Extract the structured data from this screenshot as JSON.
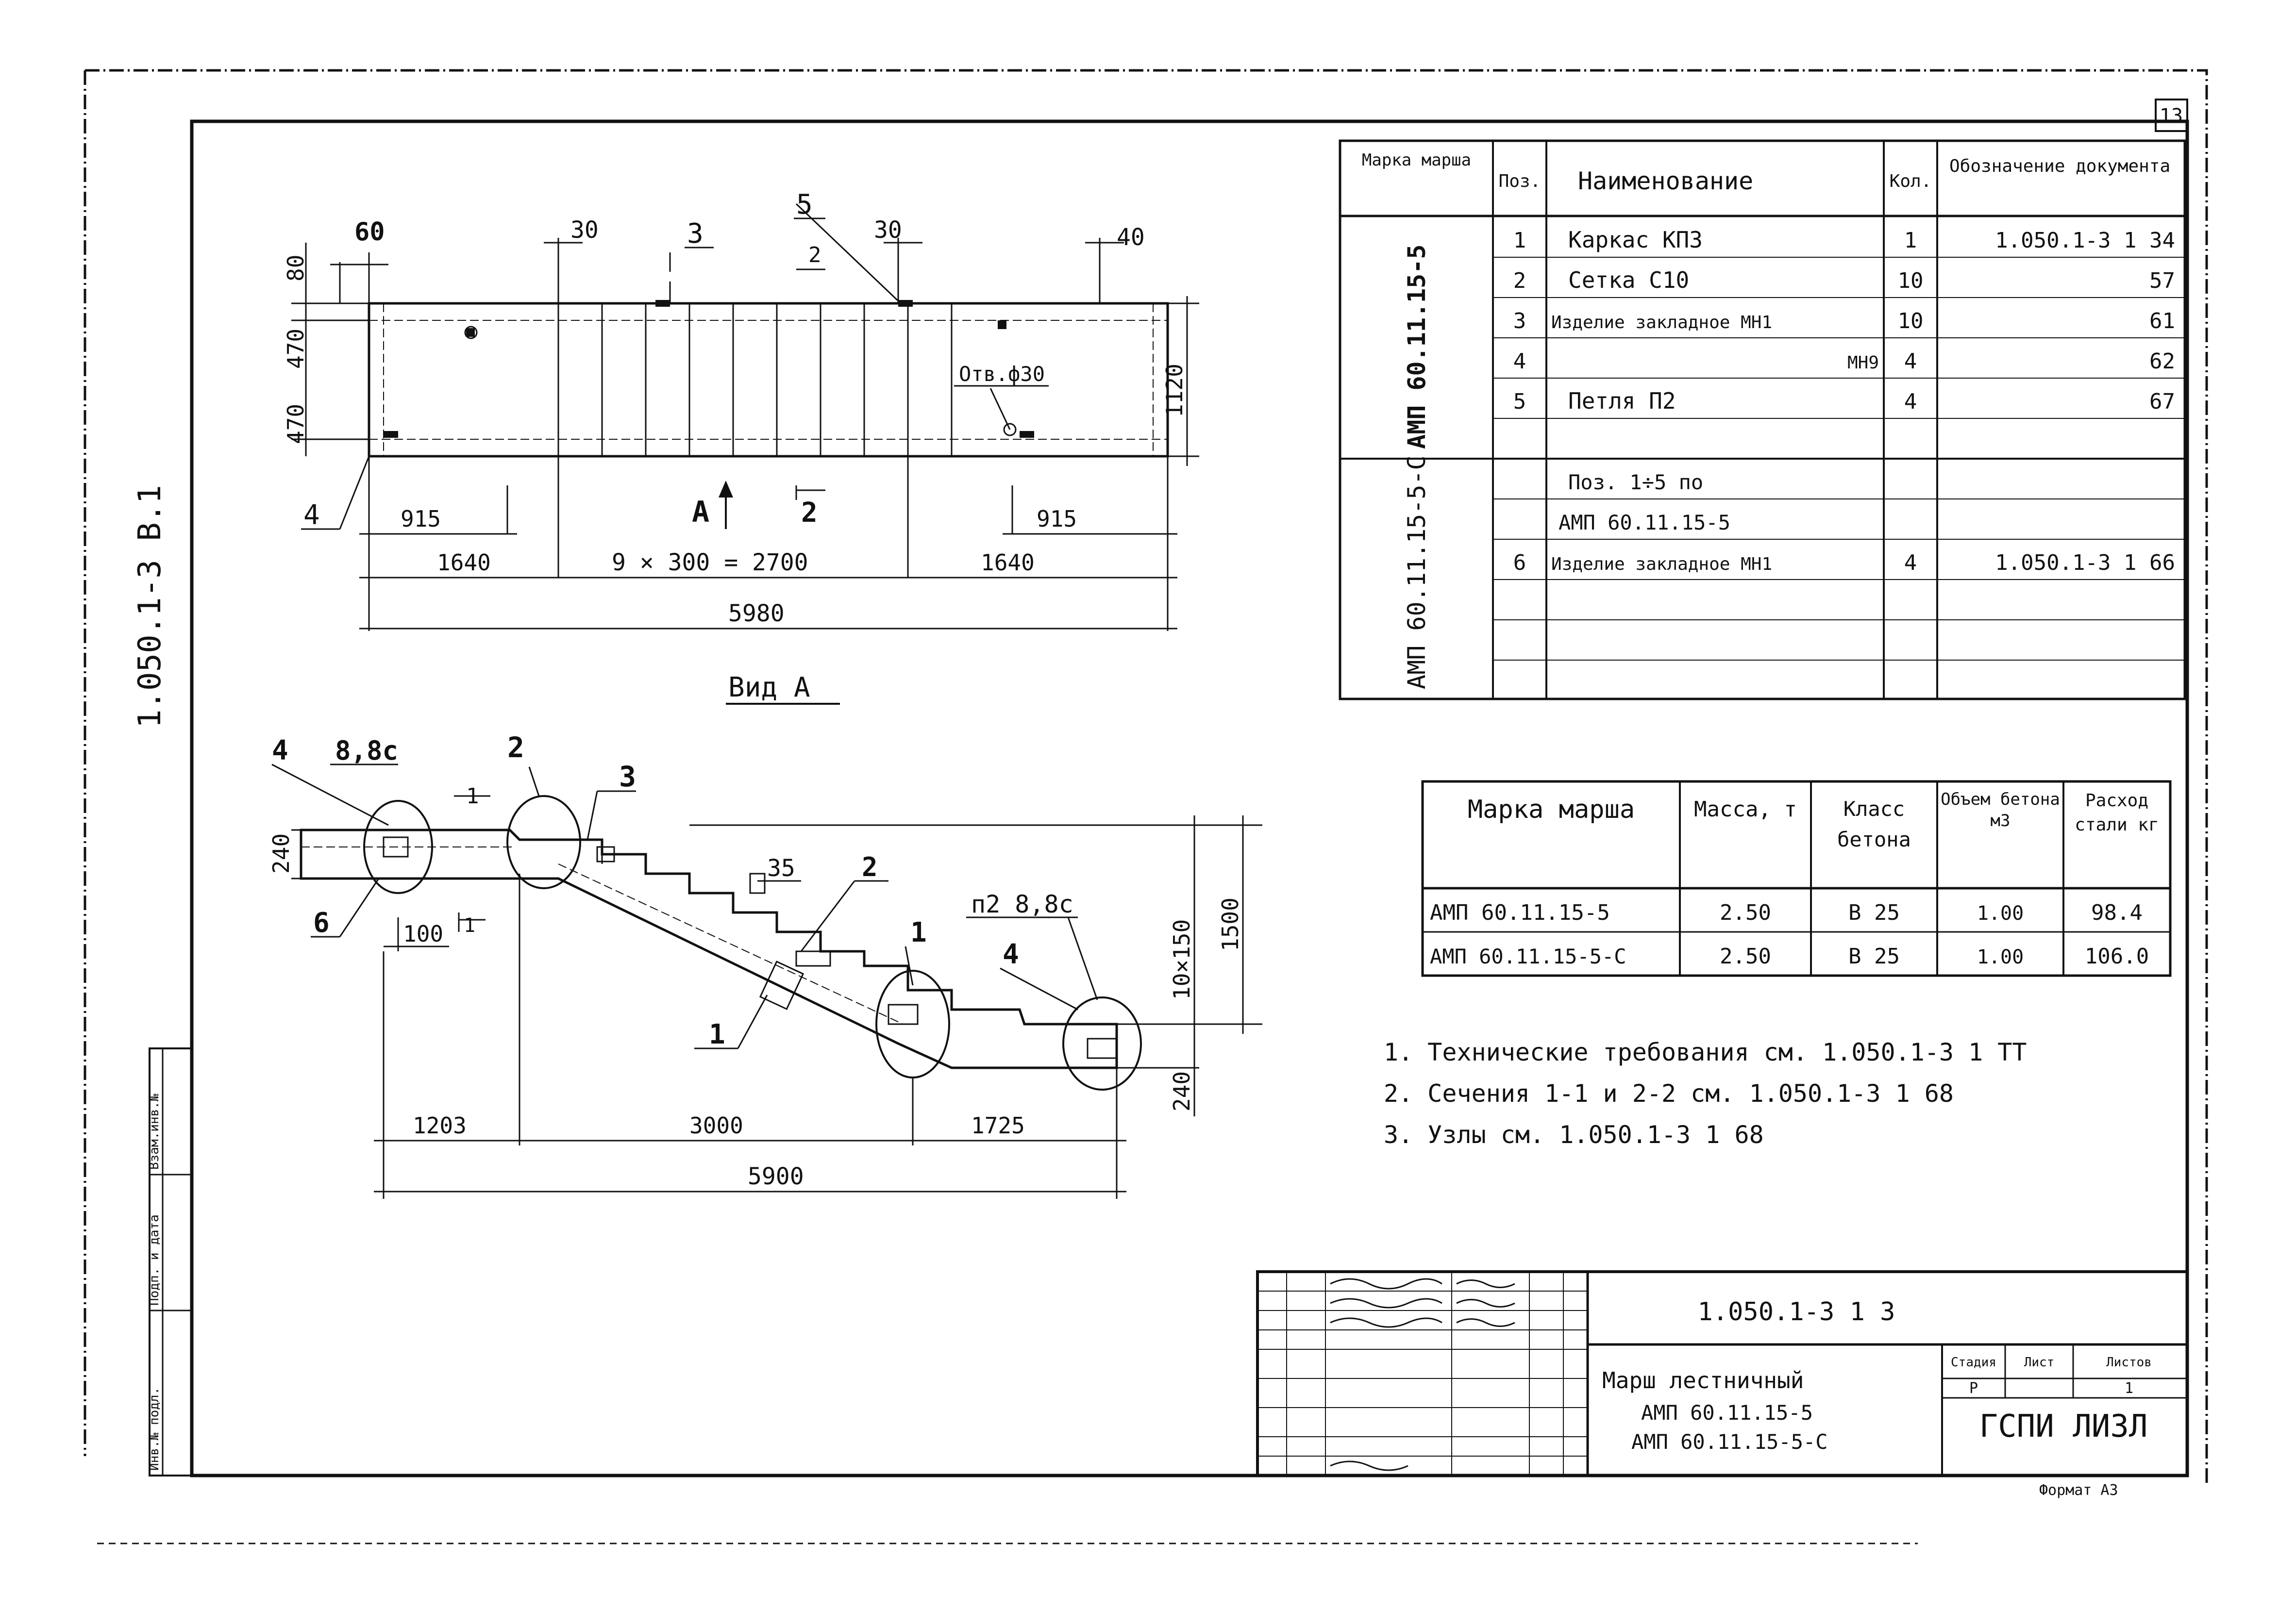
{
  "sheet": {
    "number": "13",
    "side_code": "1.050.1-3  В.1"
  },
  "views": {
    "plan": {
      "dims_top": [
        "60",
        "30",
        "30",
        "40"
      ],
      "leaders": [
        "3",
        "5",
        "4"
      ],
      "dims_left": [
        "80",
        "470",
        "470"
      ],
      "dim_right": "1120",
      "hole_note": "Отв.ф30",
      "section_marks": [
        "2",
        "2"
      ],
      "dims_bottom": [
        "915",
        "915",
        "1640",
        "9 × 300 = 2700",
        "1640",
        "5980"
      ],
      "arrow_label": "А"
    },
    "view_a": {
      "title": "Вид А",
      "labels": [
        "4",
        "8,8с",
        "2",
        "3",
        "6",
        "1",
        "2",
        "35",
        "1",
        "1",
        "п2 8,8с",
        "4"
      ],
      "dims_left": [
        "240",
        "100"
      ],
      "dims_right": [
        "10×150",
        "1500",
        "240"
      ],
      "dims_bottom": [
        "1203",
        "3000",
        "1725",
        "5900"
      ],
      "section_marks": [
        "1",
        "1"
      ]
    }
  },
  "spec_table": {
    "headers": [
      "Марка марша",
      "Поз.",
      "Наименование",
      "Кол.",
      "Обозначение документа"
    ],
    "group1_mark": "АМП 60.11.15-5",
    "group2_mark": "АМП 60.11.15-5-С",
    "rows": [
      {
        "pos": "1",
        "name": "Каркас  КП3",
        "qty": "1",
        "doc": "1.050.1-3 1  34"
      },
      {
        "pos": "2",
        "name": "Сетка   С10",
        "qty": "10",
        "doc": "57"
      },
      {
        "pos": "3",
        "name": "Изделие закладное МН1",
        "qty": "10",
        "doc": "61"
      },
      {
        "pos": "4",
        "name": "МН9",
        "qty": "4",
        "doc": "62"
      },
      {
        "pos": "5",
        "name": "Петля  П2",
        "qty": "4",
        "doc": "67"
      },
      {
        "pos": "",
        "name": "",
        "qty": "",
        "doc": ""
      },
      {
        "pos": "",
        "name": "Поз. 1÷5 по",
        "qty": "",
        "doc": ""
      },
      {
        "pos": "",
        "name": "АМП 60.11.15-5",
        "qty": "",
        "doc": ""
      },
      {
        "pos": "6",
        "name": "Изделие закладное МН1",
        "qty": "4",
        "doc": "1.050.1-3 1  66"
      },
      {
        "pos": "",
        "name": "",
        "qty": "",
        "doc": ""
      },
      {
        "pos": "",
        "name": "",
        "qty": "",
        "doc": ""
      }
    ]
  },
  "mass_table": {
    "headers": [
      "Марка марша",
      "Масса, т",
      "Класс бетона",
      "Объем бетона м3",
      "Расход стали кг"
    ],
    "rows": [
      [
        "АМП 60.11.15-5",
        "2.50",
        "В 25",
        "1.00",
        "98.4"
      ],
      [
        "АМП 60.11.15-5-С",
        "2.50",
        "В 25",
        "1.00",
        "106.0"
      ]
    ]
  },
  "notes": [
    "1. Технические требования см. 1.050.1-3 1 ТТ",
    "2. Сечения 1-1 и 2-2 см. 1.050.1-3 1 68",
    "3. Узлы см. 1.050.1-3 1 68"
  ],
  "title_block": {
    "code": "1.050.1-3 1  3",
    "name": [
      "Марш лестничный",
      "АМП 60.11.15-5",
      "АМП 60.11.15-5-С"
    ],
    "org": "ГСПИ ЛИЗЛ",
    "stage_headers": [
      "Стадия",
      "Лист",
      "Листов"
    ],
    "stage_values": [
      "Р",
      "",
      "1"
    ],
    "side_labels": [
      "Взам.инв.№",
      "Подп. и дата",
      "Инв.№ подл."
    ],
    "format": "Формат А3"
  }
}
